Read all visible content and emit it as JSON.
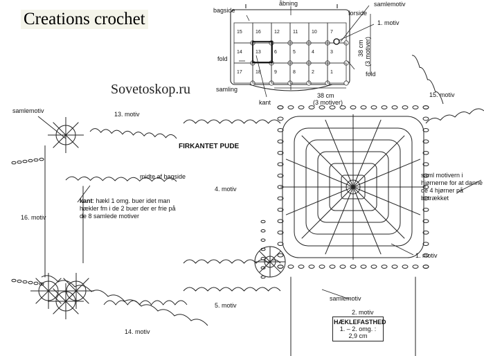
{
  "watermark": "Creations crochet",
  "site": "Sovetoskop.ru",
  "schematic": {
    "labels": {
      "abning": "åbning",
      "bagside": "bagside",
      "forside": "forside",
      "samlemotiv": "samlemotiv",
      "motiv1": "1. motiv",
      "fold_left": "fold",
      "fold_right": "fold",
      "samling": "samling",
      "kant": "kant",
      "width_cm": "38 cm",
      "width_motiver": "(3 motiver)",
      "height_cm": "38 cm",
      "height_motiver": "(3 motiver)"
    },
    "numbers": [
      "15",
      "16",
      "12",
      "11",
      "10",
      "7",
      "14",
      "13",
      "6",
      "5",
      "4",
      "3",
      "17",
      "18",
      "9",
      "8",
      "2",
      "1"
    ]
  },
  "diagram": {
    "title": "FIRKANTET PUDE",
    "labels": {
      "samlemotiv": "samlemotiv",
      "m13": "13. motiv",
      "midte": "midte af bagside",
      "m16": "16. motiv",
      "m4": "4. motiv",
      "m15": "15. motiv",
      "m1": "1. motiv",
      "m5": "5. motiv",
      "m2": "2. motiv",
      "m14": "14. motiv",
      "samlemotiv_bottom": "samlemotiv"
    },
    "kant_label": "kant",
    "kant_text": ": hækl 1 omg. buer idet man hækler fm i de 2 buer der er frie på de 8 samlede motiver",
    "saml_note": "saml motivern i hjørnerne for at danne de 4 hjørner på betrækket",
    "gauge": {
      "heading": "HÆKLEFASTHED",
      "line1": "1. – 2. omg. :",
      "line2": "2,9 cm"
    }
  },
  "colors": {
    "ink": "#1a1a1a",
    "paper": "#ffffff",
    "watermark_bg": "#f4f4ea"
  }
}
